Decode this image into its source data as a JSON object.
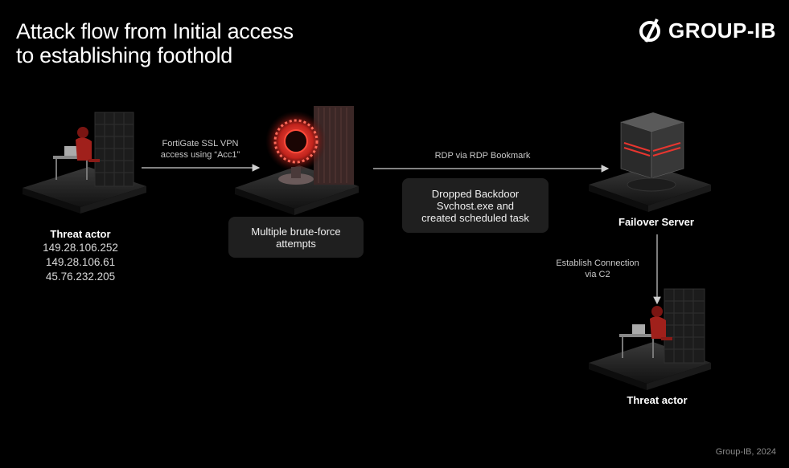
{
  "header": {
    "title_line1": "Attack flow from Initial access",
    "title_line2": "to establishing foothold",
    "logo_text": "GROUP-IB"
  },
  "nodes": {
    "threat_actor_1": {
      "label": "Threat actor",
      "ips": [
        "149.28.106.252",
        "149.28.106.61",
        "45.76.232.205"
      ]
    },
    "vpn_box": {
      "text_line1": "Multiple brute-force",
      "text_line2": "attempts"
    },
    "failover": {
      "label": "Failover Server"
    },
    "threat_actor_2": {
      "label": "Threat actor"
    }
  },
  "edges": {
    "vpn": {
      "line1": "FortiGate SSL VPN",
      "line2": "access using “Acc1”"
    },
    "rdp": {
      "label": "RDP via RDP Bookmark"
    },
    "c2": {
      "line1": "Establish Connection",
      "line2": "via C2"
    }
  },
  "callout": {
    "line1": "Dropped Backdoor",
    "line2": "Svchost.exe and",
    "line3": "created scheduled task"
  },
  "footer": {
    "text": "Group-IB, 2024"
  },
  "colors": {
    "accent": "#e8352f",
    "background": "#000000",
    "box": "#1f1f1f"
  }
}
